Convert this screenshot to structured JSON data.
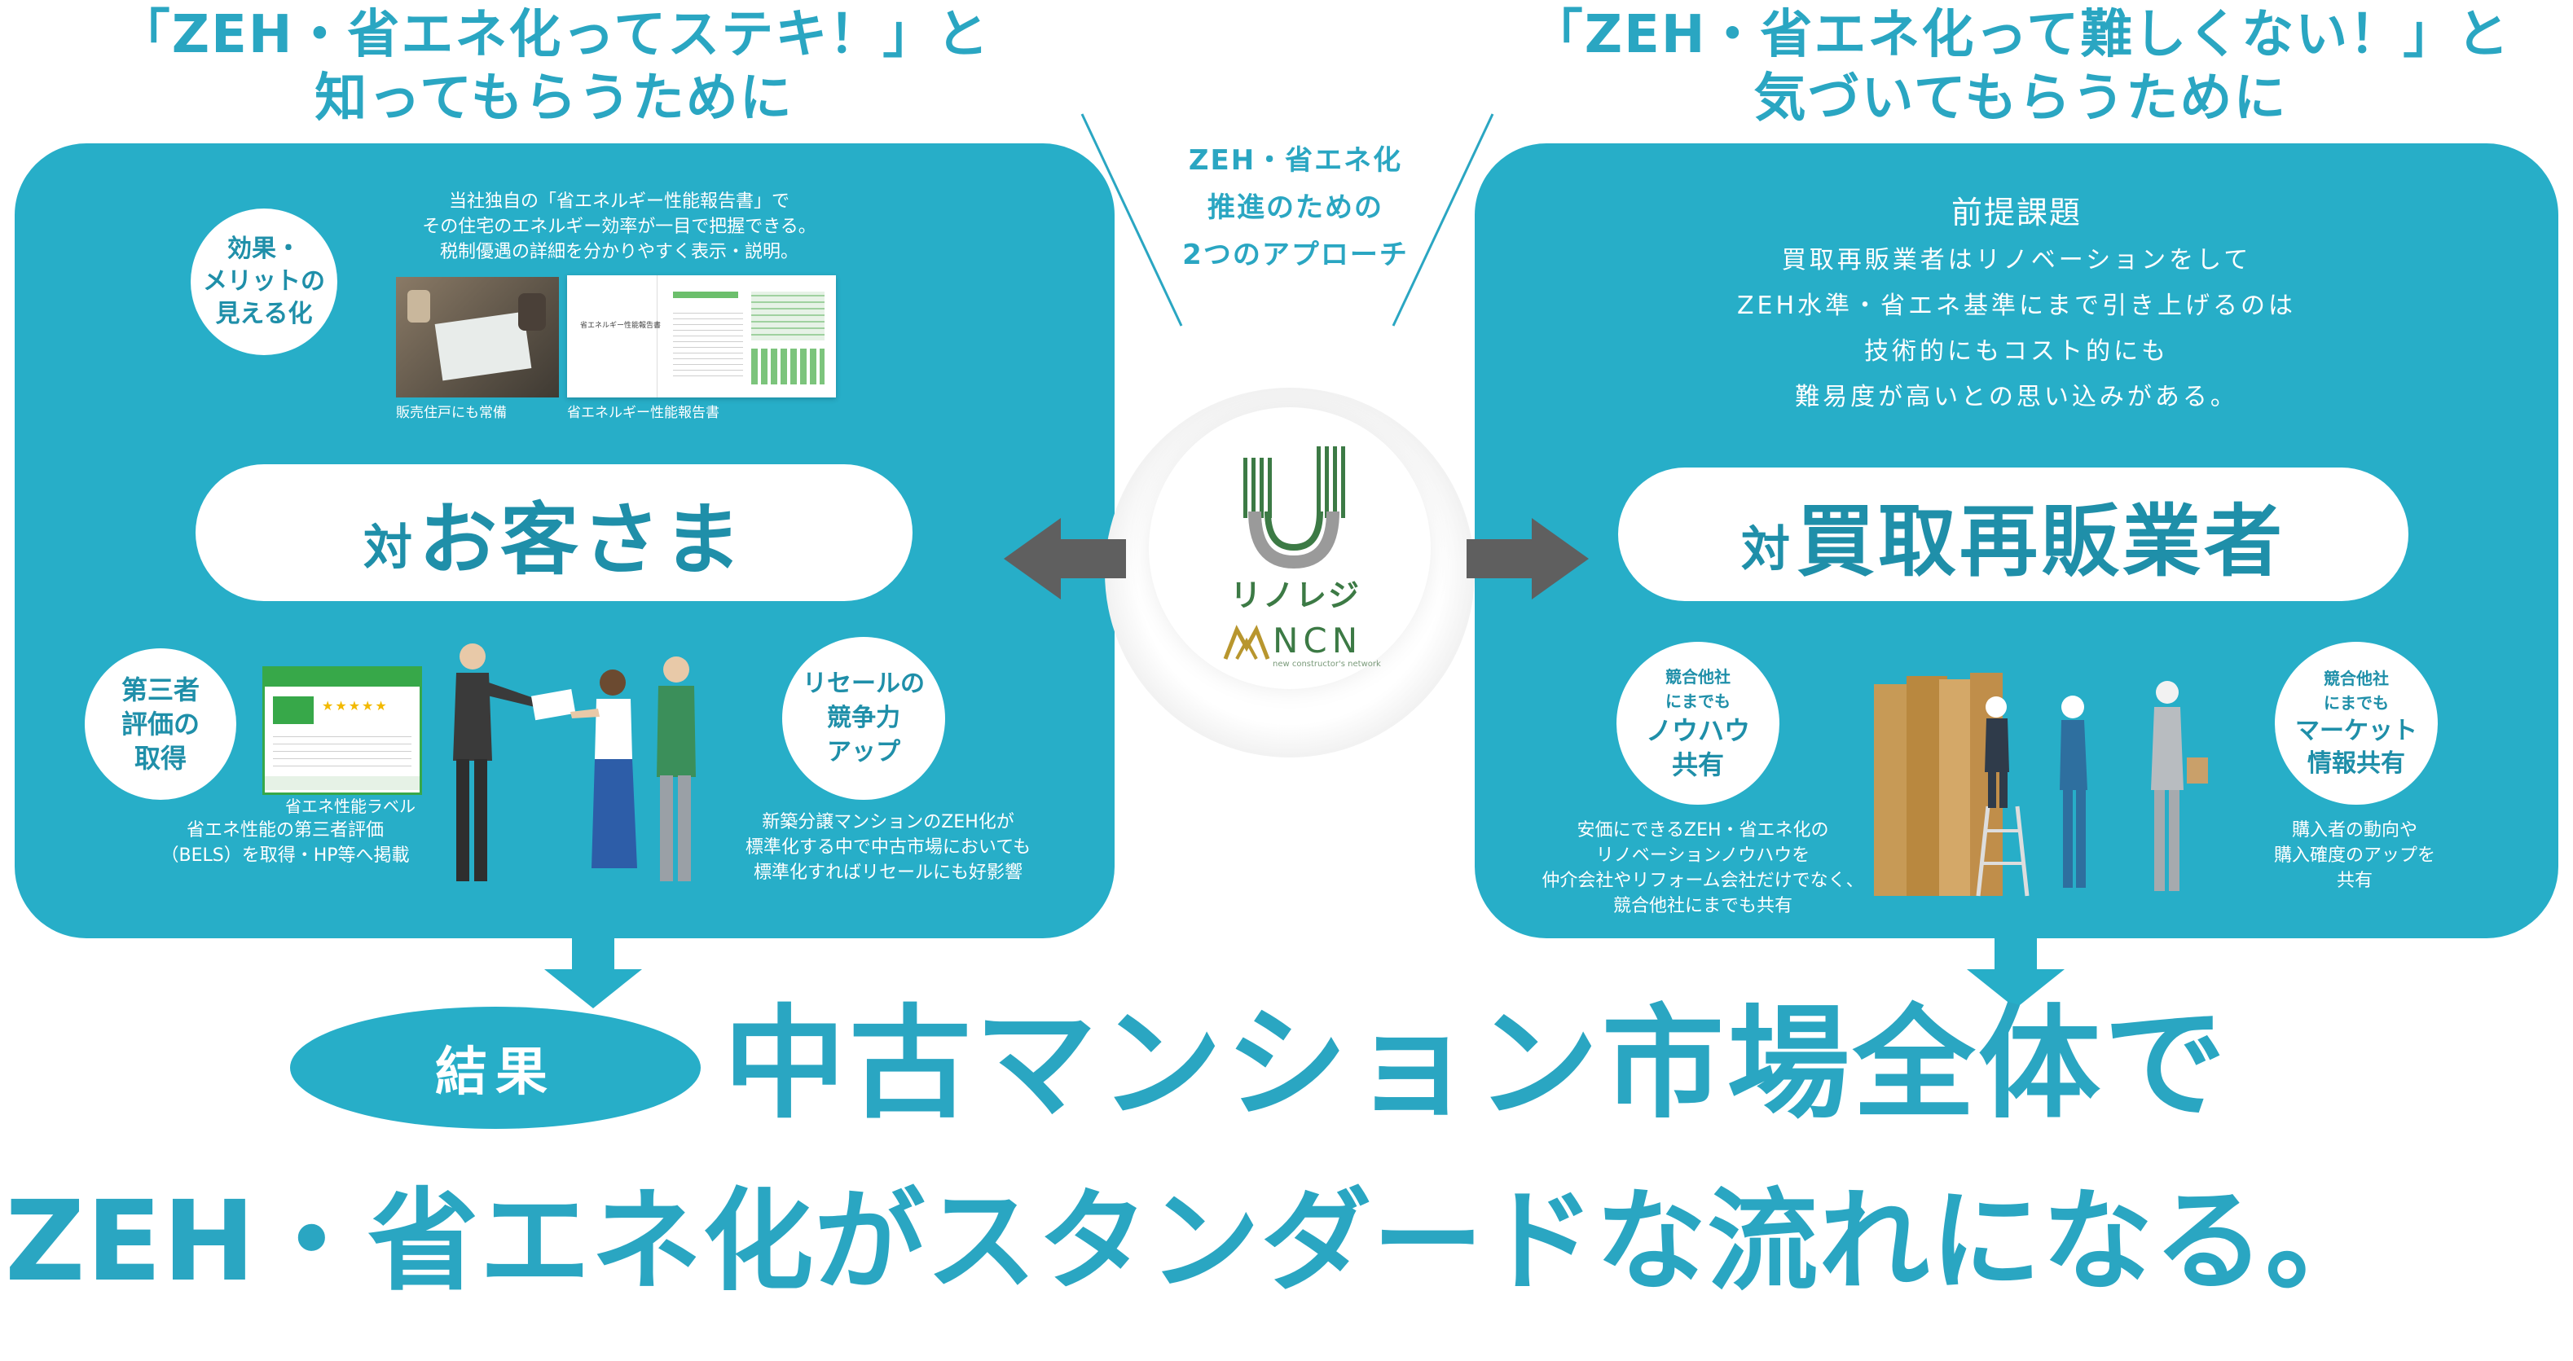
{
  "headings": {
    "left_line1": "「ZEH・省エネ化ってステキ！」と",
    "left_line2": "知ってもらうために",
    "right_line1": "「ZEH・省エネ化って難しくない！」と",
    "right_line2": "気づいてもらうために"
  },
  "center": {
    "line1": "ZEH・省エネ化",
    "line2": "推進のための",
    "line3": "2つのアプローチ",
    "logo_top_text": "リノレジ",
    "logo_bottom_text": "NCN",
    "logo_bottom_sub": "new constructor's network"
  },
  "left_panel": {
    "badge_top": [
      "効果・",
      "メリットの",
      "見える化"
    ],
    "report_desc": [
      "当社独自の「省エネルギー性能報告書」で",
      "その住宅のエネルギー効率が一目で把握できる。",
      "税制優遇の詳細を分かりやすく表示・説明。"
    ],
    "photo_caption": "販売住戸にも常備",
    "doc_caption": "省エネルギー性能報告書",
    "doc_title": "省エネルギー性能報告書",
    "target_prefix": "対",
    "target_label": "お客さま",
    "badge_bottom_left": [
      "第三者",
      "評価の",
      "取得"
    ],
    "label_caption": "省エネ性能ラベル",
    "label_desc": [
      "省エネ性能の第三者評価",
      "（BELS）を取得・HP等へ掲載"
    ],
    "badge_bottom_right": [
      "リセールの",
      "競争力",
      "アップ"
    ],
    "resale_desc": [
      "新築分譲マンションのZEH化が",
      "標準化する中で中古市場においても",
      "標準化すればリセールにも好影響"
    ]
  },
  "right_panel": {
    "premise_title": "前提課題",
    "premise_desc": [
      "買取再販業者はリノベーションをして",
      "ZEH水準・省エネ基準にまで引き上げるのは",
      "技術的にもコスト的にも",
      "難易度が高いとの思い込みがある。"
    ],
    "target_prefix": "対",
    "target_label": "買取再販業者",
    "badge_left": [
      "競合他社",
      "にまでも",
      "ノウハウ",
      "共有"
    ],
    "knowhow_desc": [
      "安価にできるZEH・省エネ化の",
      "リノベーションノウハウを",
      "仲介会社やリフォーム会社だけでなく、",
      "競合他社にまでも共有"
    ],
    "badge_right": [
      "競合他社",
      "にまでも",
      "マーケット",
      "情報共有"
    ],
    "market_desc": [
      "購入者の動向や",
      "購入確度のアップを",
      "共有"
    ]
  },
  "result": {
    "badge": "結果",
    "line1": "中古マンション市場全体で",
    "line2": "ZEH・省エネ化がスタンダードな流れになる。"
  },
  "colors": {
    "panel": "#27aec8",
    "heading": "#2aa6c2",
    "badge_text": "#1f8fa9",
    "arrow": "#5f5f5f"
  }
}
